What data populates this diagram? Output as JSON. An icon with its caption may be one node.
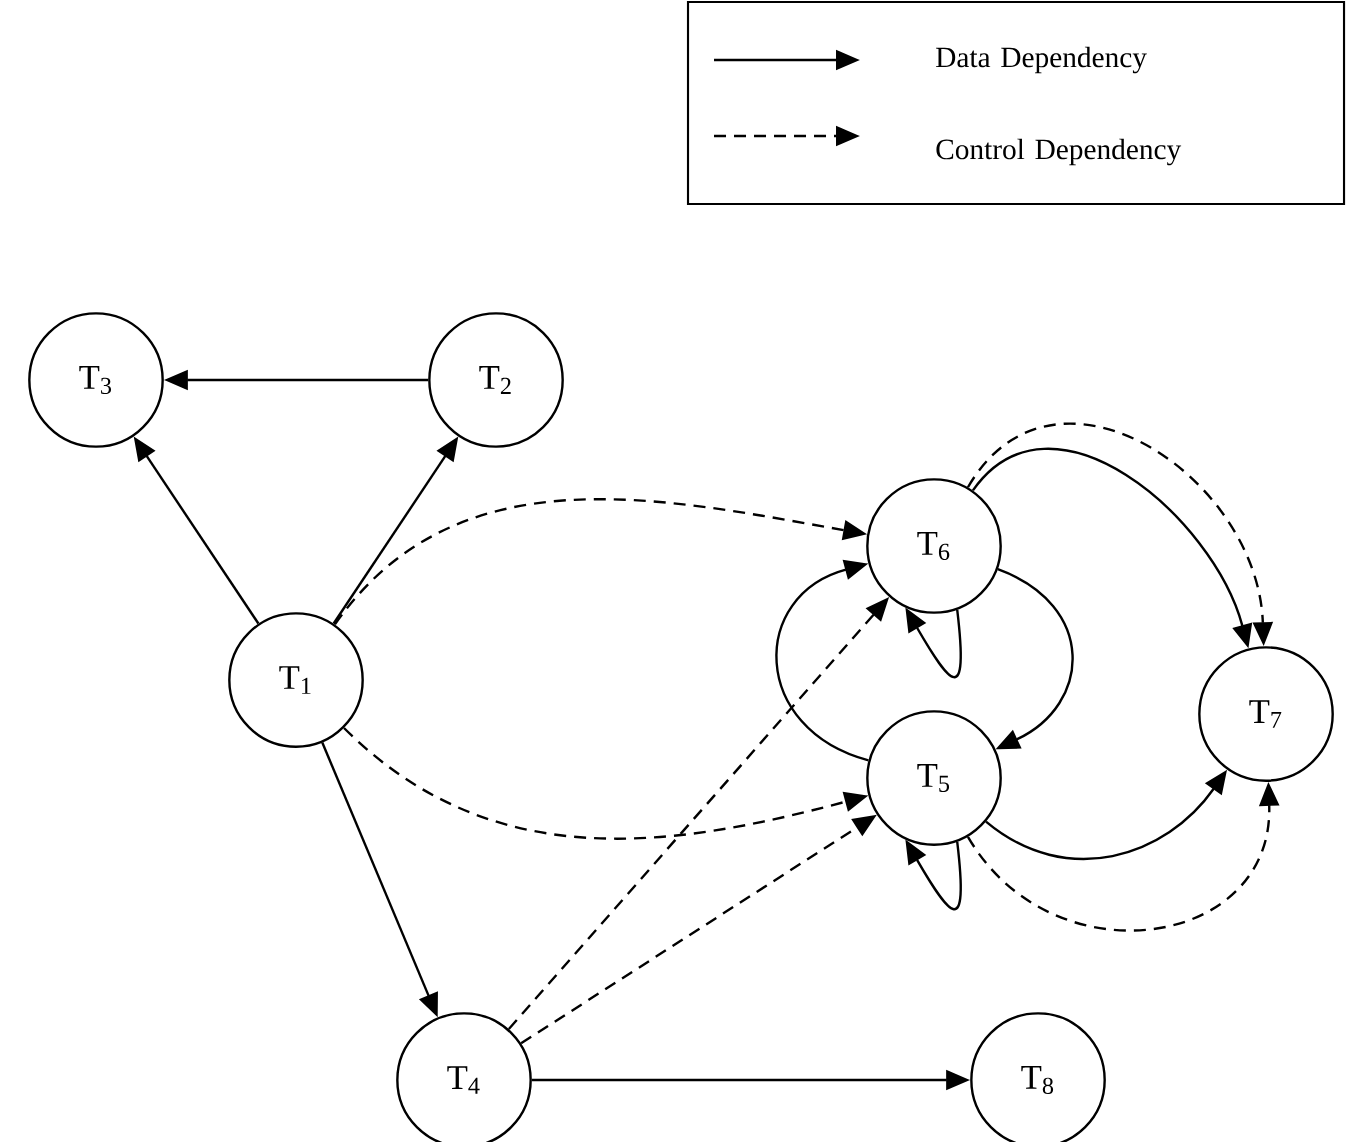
{
  "diagram": {
    "nodes": [
      {
        "text": [
          "T$_{3}$"
        ]
      },
      {
        "text": [
          "T$_{2}$"
        ]
      },
      {
        "text": [
          "T$_{1}$"
        ]
      },
      {
        "text": [
          "T$_{6}$"
        ]
      },
      {
        "text": [
          "T$_{7}$"
        ]
      },
      {
        "text": [
          "T$_{5}$"
        ]
      },
      {
        "text": [
          "T$_{4}$"
        ]
      },
      {
        "text": [
          "T$_{8}$"
        ]
      }
    ],
    "edges": [
      {
        "from": 1,
        "to": 0,
        "arrow": "to"
      },
      {
        "from": 2,
        "to": 0,
        "arrow": "to"
      },
      {
        "from": 2,
        "to": 1,
        "arrow": "to"
      },
      {
        "from": 2,
        "to": 6,
        "arrow": "to"
      },
      {
        "from": 6,
        "to": 7,
        "arrow": "to"
      },
      {
        "from": 5,
        "to": 3,
        "arrow": "to"
      },
      {
        "from": 3,
        "to": 5,
        "arrow": "to"
      },
      {
        "from": 3,
        "to": 3,
        "arrow": "to"
      },
      {
        "from": 5,
        "to": 5,
        "arrow": "to"
      },
      {
        "from": 3,
        "to": 4,
        "arrow": "to"
      },
      {
        "from": 5,
        "to": 4,
        "arrow": "to"
      },
      {
        "from": 2,
        "to": 3,
        "arrow": "to",
        "style": "dashed"
      },
      {
        "from": 2,
        "to": 5,
        "arrow": "to",
        "style": "dashed"
      },
      {
        "from": 6,
        "to": 3,
        "arrow": "to",
        "style": "dashed"
      },
      {
        "from": 6,
        "to": 5,
        "arrow": "to",
        "style": "dashed"
      },
      {
        "from": 3,
        "to": 4,
        "arrow": "to",
        "style": "dashed"
      },
      {
        "from": 5,
        "to": 4,
        "arrow": "to",
        "style": "dashed"
      }
    ],
    "legend": [
      {
        "text": "Data Dependency"
      },
      {
        "text": "Control Dependency"
      }
    ]
  }
}
